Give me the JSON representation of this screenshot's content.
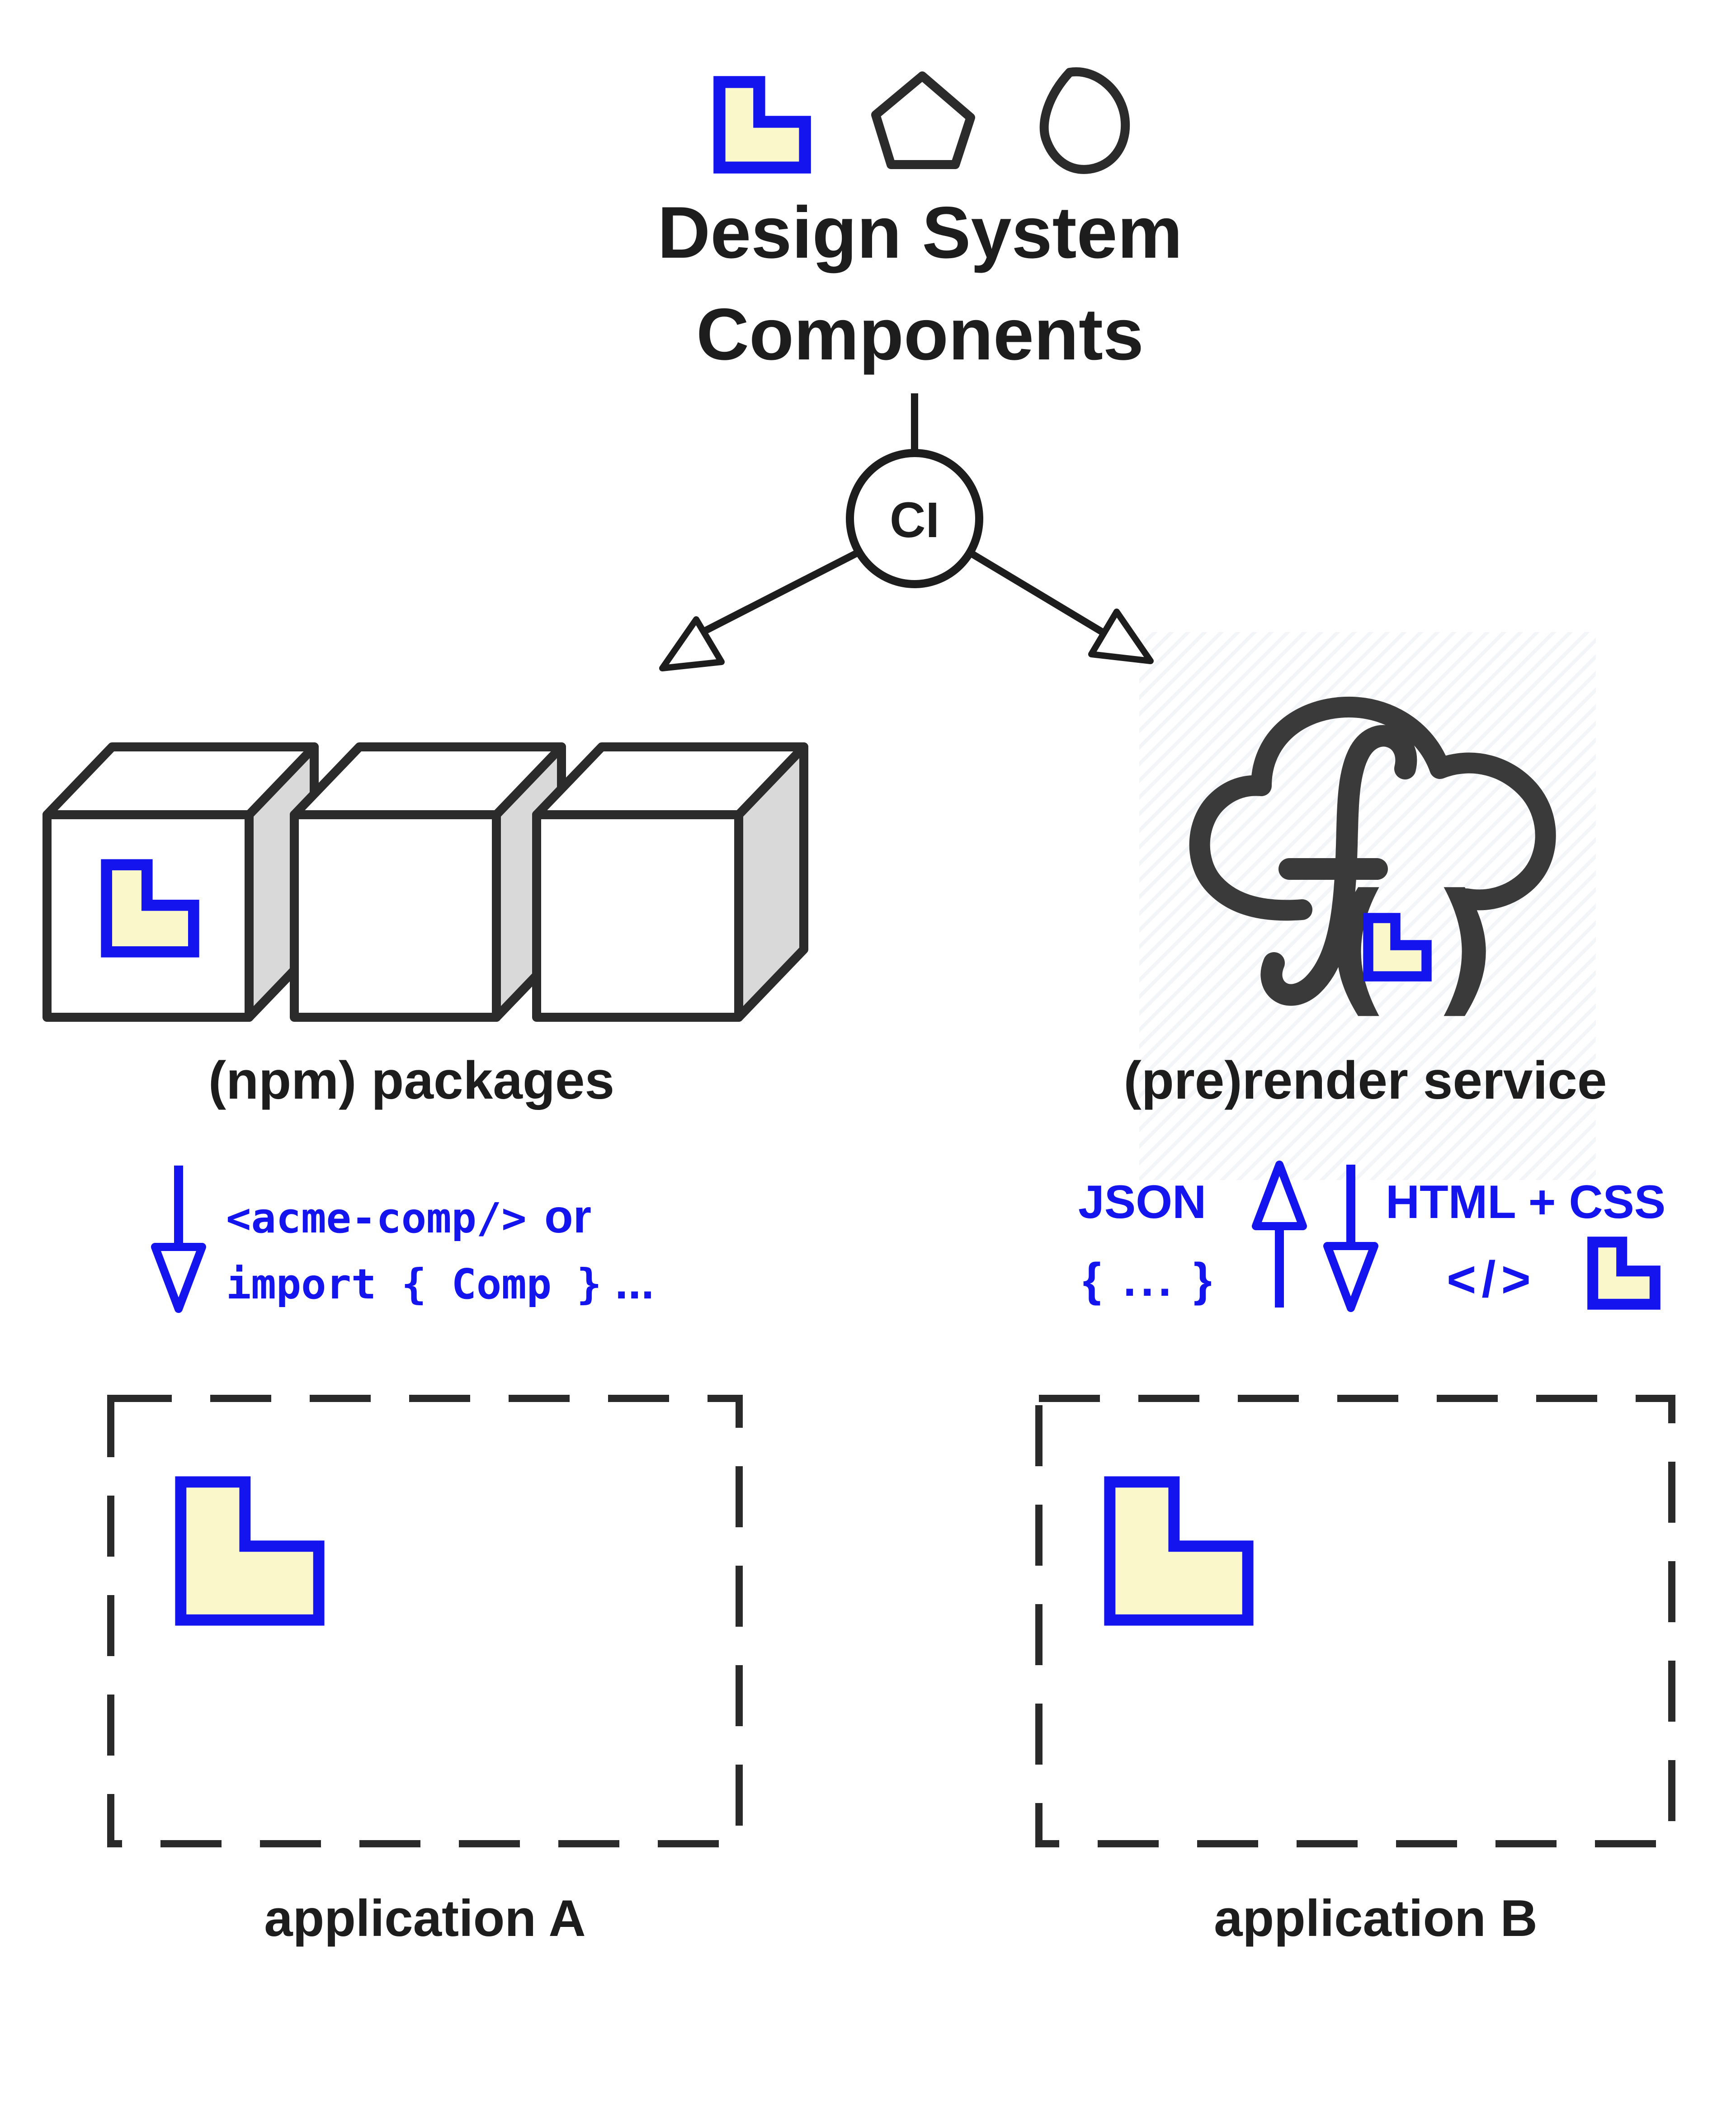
{
  "header": {
    "title_line1": "Design System",
    "title_line2": "Components",
    "icons": [
      "component-l-icon",
      "pentagon-icon",
      "blob-icon"
    ]
  },
  "ci_node": {
    "label": "CI"
  },
  "npm_branch": {
    "label": "(npm) packages",
    "icon": "packages-cubes-icon"
  },
  "render_branch": {
    "label": "(pre)render service",
    "icon": "cloud-function-icon"
  },
  "npm_flow": {
    "line1_code": "<acme-comp/>",
    "line1_suffix": "or",
    "line2_code": "import { Comp }",
    "line2_suffix": "...",
    "arrow": "arrow-down-icon"
  },
  "render_flow": {
    "request_title": "JSON",
    "request_body": "{ ... }",
    "response_title": "HTML + CSS",
    "response_code": "</>",
    "arrows": [
      "arrow-up-icon",
      "arrow-down-icon"
    ]
  },
  "applications": {
    "app_a_label": "application A",
    "app_b_label": "application B"
  },
  "colors": {
    "accent-blue": "#1414ee",
    "component-yellow": "#faf7ca",
    "ink": "#1d1d1d",
    "stroke-dark": "#2b2b2b",
    "cloud-gray": "#3a3a3a",
    "cube-side": "#d9d9d9",
    "hatch": "#e9ecf2"
  }
}
